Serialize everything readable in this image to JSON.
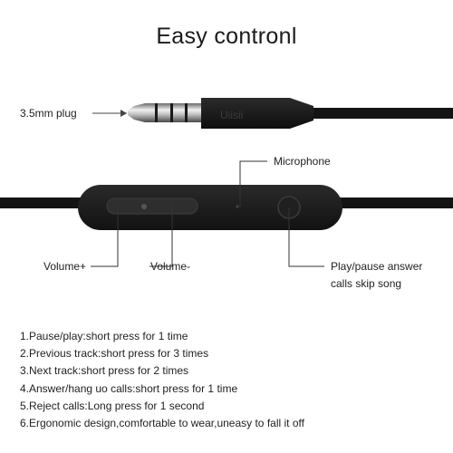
{
  "title": "Easy contronl",
  "labels": {
    "plug": "3.5mm plug",
    "microphone": "Microphone",
    "volume_up": "Volume+",
    "volume_down": "Volume-",
    "play_pause_line1": "Play/pause answer",
    "play_pause_line2": "calls skip song",
    "brand": "Uiisii"
  },
  "instructions": [
    "1.Pause/play:short press for 1 time",
    "2.Previous track:short press for 3 times",
    "3.Next track:short press for 2 times",
    "4.Answer/hang uo calls:short press for 1 time",
    "5.Reject calls:Long press for 1 second",
    "6.Ergonomic design,comfortable to wear,uneasy to fall it off"
  ]
}
